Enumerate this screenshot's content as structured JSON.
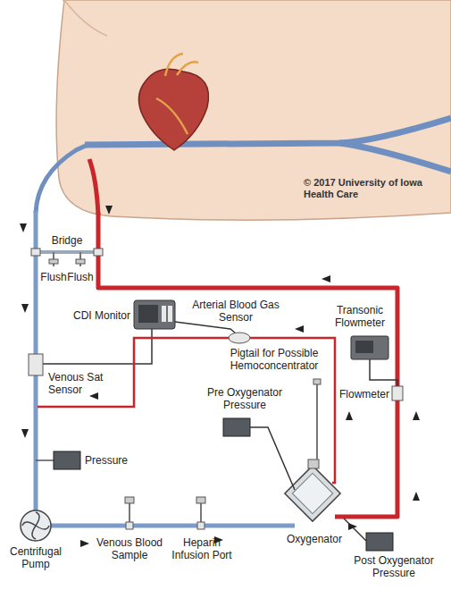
{
  "diagram": {
    "labels": [
      "© 2017 University of Iowa Health Care",
      "Bridge",
      "Flush",
      "Flush",
      "CDI Monitor",
      "Arterial Blood Gas Sensor",
      "Transonic Flowmeter",
      "Venous Sat Sensor",
      "Pigtail for Possible Hemoconcentrator",
      "Pre Oxygenator Pressure",
      "Flowmeter",
      "Pressure",
      "Centrifugal Pump",
      "Venous Blood Sample",
      "Heparin Infusion Port",
      "Oxygenator",
      "Post Oxygenator Pressure"
    ]
  }
}
